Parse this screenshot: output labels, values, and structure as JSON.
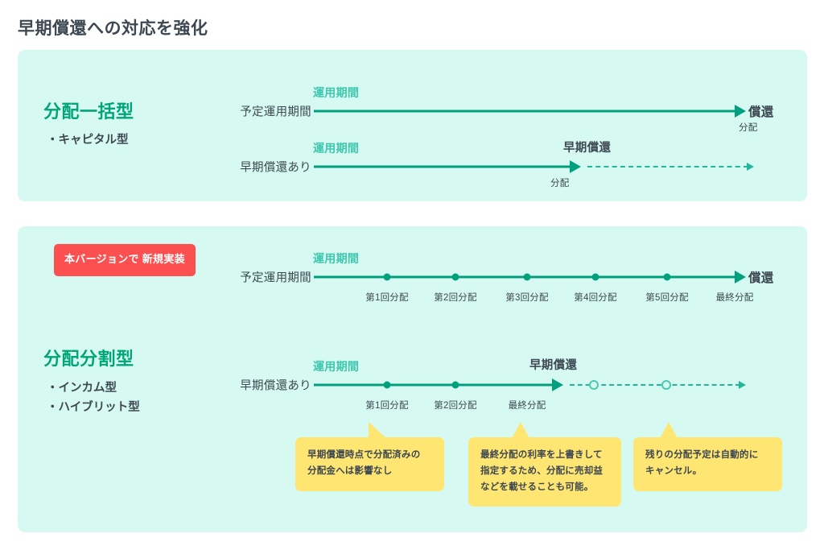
{
  "page": {
    "title": "早期償還への対応を強化",
    "background": "#ffffff"
  },
  "colors": {
    "panel_bg": "#d6faf2",
    "accent_green": "#00a578",
    "axis_green": "#00a07e",
    "dashed_green": "#23b79a",
    "period_label": "#3ec7ae",
    "text_dark": "#3d4852",
    "badge_red": "#fc4f4f",
    "callout_yellow": "#ffe571"
  },
  "panels": [
    {
      "id": "lump-sum",
      "heading": "分配一括型",
      "bullets": [
        "キャピタル型"
      ],
      "rows": [
        {
          "label": "予定運用期間",
          "period_label": "運用期間",
          "end_label": "償還",
          "sub_label": "分配",
          "event_label": ""
        },
        {
          "label": "早期償還あり",
          "period_label": "運用期間",
          "event_label": "早期償還",
          "sub_label": "分配",
          "end_label": ""
        }
      ]
    },
    {
      "id": "split",
      "badge": "本バージョンで\n新規実装",
      "heading": "分配分割型",
      "bullets": [
        "インカム型",
        "ハイブリット型"
      ],
      "rows": [
        {
          "label": "予定運用期間",
          "period_label": "運用期間",
          "end_label": "償還",
          "ticks": [
            "第1回分配",
            "第2回分配",
            "第3回分配",
            "第4回分配",
            "第5回分配",
            "最終分配"
          ]
        },
        {
          "label": "早期償還あり",
          "period_label": "運用期間",
          "event_label": "早期償還",
          "ticks": [
            "第1回分配",
            "第2回分配",
            "最終分配"
          ]
        }
      ]
    }
  ],
  "callouts": [
    {
      "text": "早期償還時点で分配済みの\n分配金へは影響なし"
    },
    {
      "text": "最終分配の利率を上書きして\n指定するため、分配に売却益\nなどを載せることも可能。"
    },
    {
      "text": "残りの分配予定は自動的に\nキャンセル。"
    }
  ]
}
